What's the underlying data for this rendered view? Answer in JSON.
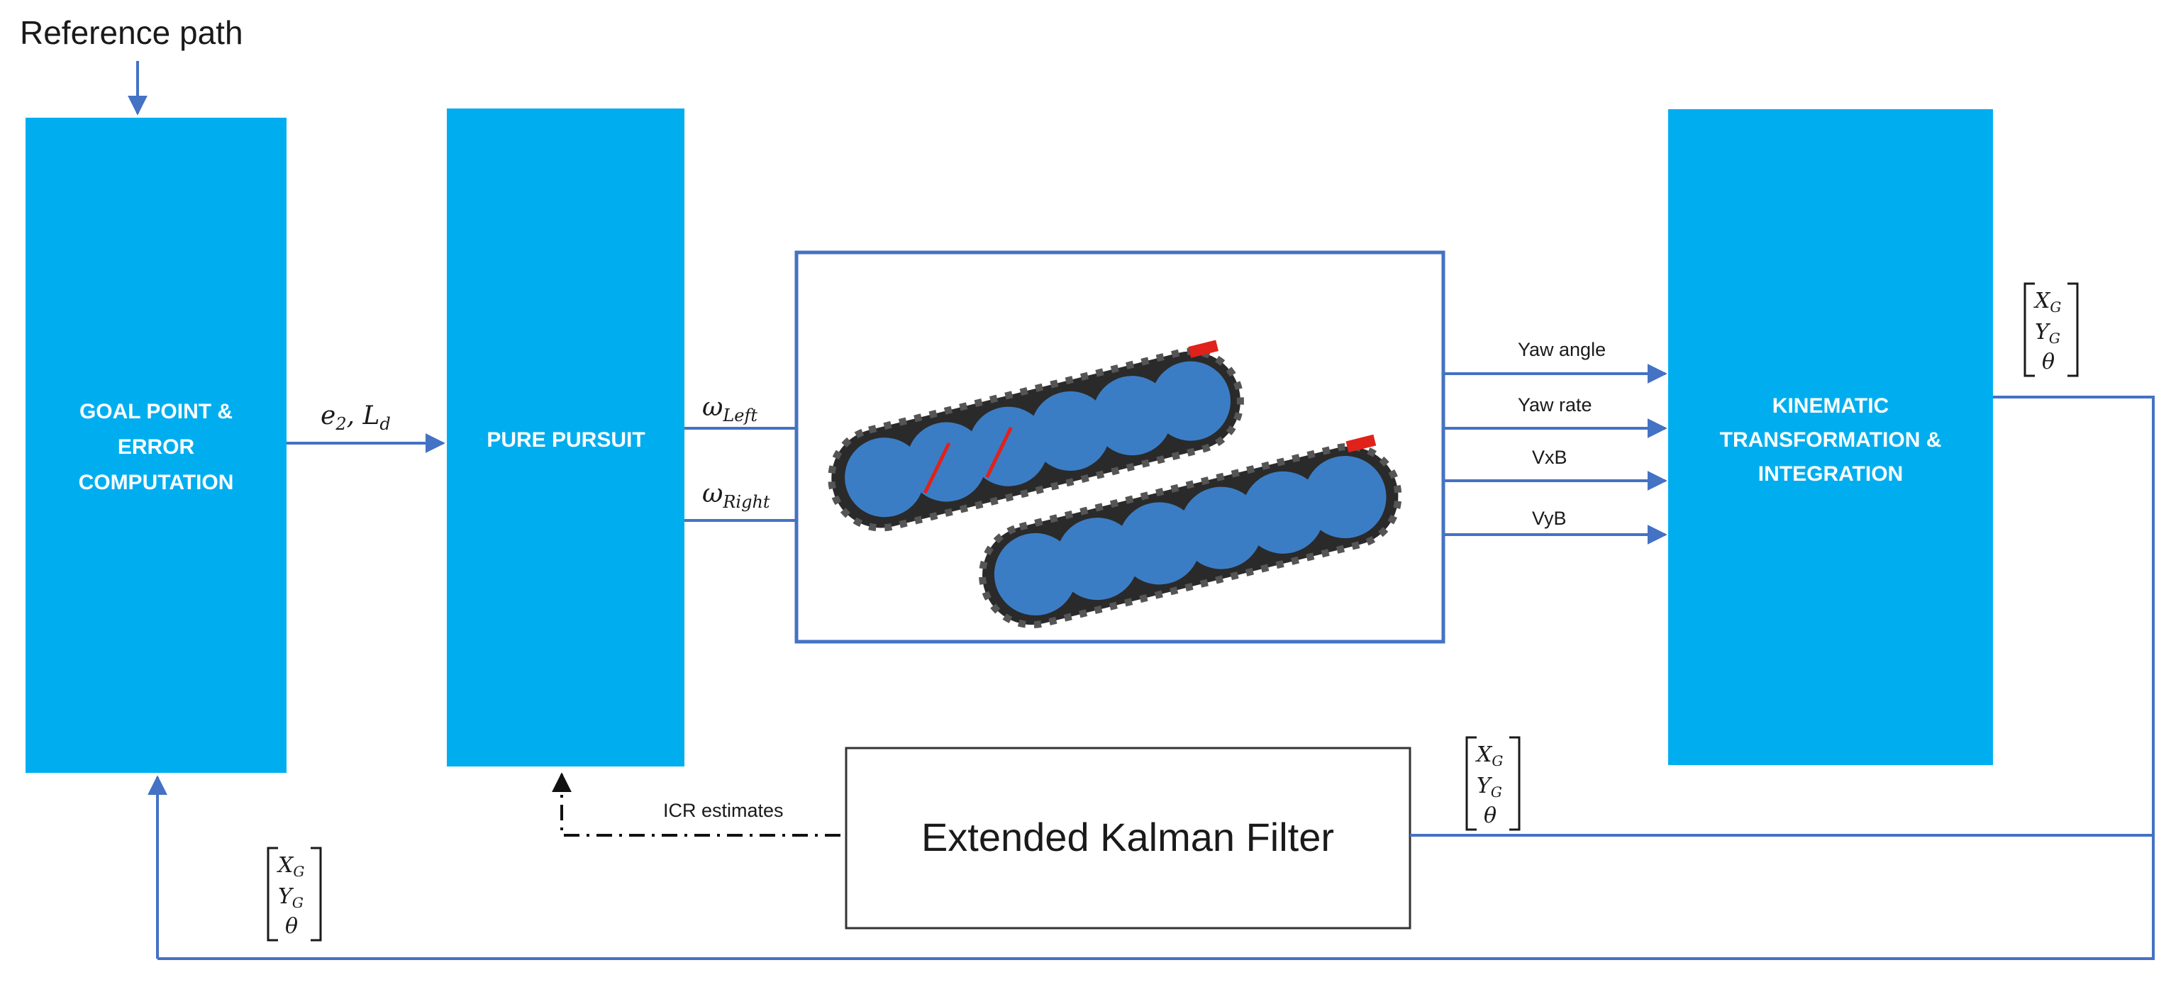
{
  "reference_input": "Reference path",
  "blocks": {
    "goal": {
      "lines": [
        "GOAL POINT &",
        "ERROR",
        "COMPUTATION"
      ]
    },
    "pursuit": {
      "lines": [
        "PURE PURSUIT"
      ]
    },
    "kinematic": {
      "lines": [
        "KINEMATIC",
        "TRANSFORMATION &",
        "INTEGRATION"
      ]
    },
    "ekf": {
      "label": "Extended Kalman Filter"
    },
    "vehicle": {
      "image": "tracked-vehicle-image"
    }
  },
  "signals": {
    "error_vars": {
      "a": "e",
      "a_sub": "2",
      "sep": ", ",
      "b": "L",
      "b_sub": "d"
    },
    "omega_left": {
      "sym": "ω",
      "sub": "Left"
    },
    "omega_right": {
      "sym": "ω",
      "sub": "Right"
    },
    "yaw_angle": "Yaw angle",
    "yaw_rate": "Yaw rate",
    "vxb": "VxB",
    "vyb": "VyB",
    "icr": "ICR estimates"
  },
  "state_vector": {
    "x": "X",
    "x_sub": "G",
    "y": "Y",
    "y_sub": "G",
    "theta": "θ"
  },
  "colors": {
    "block": "#00aeef",
    "line": "#4472c4",
    "ekf_border": "#333333",
    "track": "#2a2a2a",
    "wheel": "#3b7dc4",
    "accent_red": "#e0221b"
  }
}
